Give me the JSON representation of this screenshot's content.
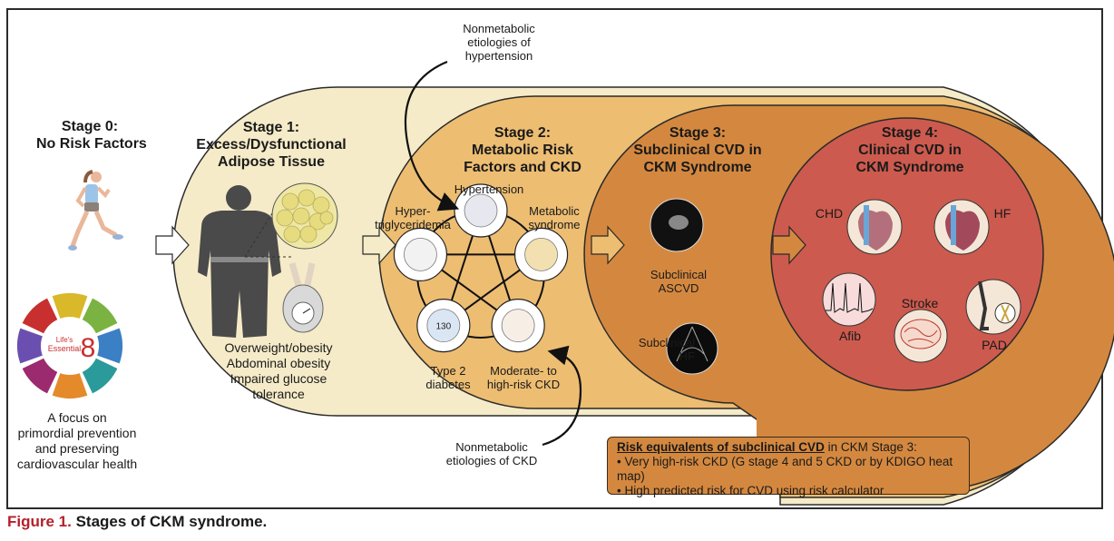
{
  "figure": {
    "caption_prefix": "Figure 1.",
    "caption_text": "Stages of CKM syndrome."
  },
  "stages": [
    {
      "id": "stage0",
      "title_line1": "Stage 0:",
      "title_line2": "No Risk Factors",
      "description_lines": [
        "A focus on",
        "primordial prevention",
        "and preserving",
        "cardiovascular health"
      ],
      "icons": [
        "runner-icon",
        "lifes-essential-8-wheel-icon"
      ],
      "wheel": {
        "label_line1": "Life's",
        "label_line2": "Essential",
        "number": "8"
      },
      "color": "#ffffff"
    },
    {
      "id": "stage1",
      "title_line1": "Stage 1:",
      "title_line2": "Excess/Dysfunctional",
      "title_line3": "Adipose Tissue",
      "conditions": [
        "Overweight/obesity",
        "Abdominal obesity",
        "Impaired glucose",
        "tolerance"
      ],
      "icons": [
        "obese-silhouette-icon",
        "adipose-cells-icon",
        "weight-scale-icon"
      ],
      "color": "#f5ebc8"
    },
    {
      "id": "stage2",
      "title_line1": "Stage 2:",
      "title_line2": "Metabolic Risk",
      "title_line3": "Factors and CKD",
      "factors": [
        {
          "label": "Hypertension",
          "icon": "blood-pressure-monitor-icon"
        },
        {
          "label_line1": "Metabolic",
          "label_line2": "syndrome",
          "icon": "abdominal-ct-icon"
        },
        {
          "label_line1": "Moderate- to",
          "label_line2": "high-risk CKD",
          "icon": "kidneys-icon"
        },
        {
          "label_line1": "Type 2",
          "label_line2": "diabetes",
          "icon": "glucose-meter-icon",
          "reading": "130"
        },
        {
          "label_line1": "Hyper-",
          "label_line2": "triglyceridemia",
          "icon": "triglyceride-molecule-icon"
        }
      ],
      "color": "#edbd72"
    },
    {
      "id": "stage3",
      "title_line1": "Stage 3:",
      "title_line2": "Subclinical CVD in",
      "title_line3": "CKM Syndrome",
      "findings": [
        {
          "label_line1": "Subclinical",
          "label_line2": "ASCVD",
          "icon": "chest-ct-icon"
        },
        {
          "label_line1": "Subclinical",
          "label_line2": "HF",
          "icon": "echocardiogram-icon"
        }
      ],
      "color": "#d4883f"
    },
    {
      "id": "stage4",
      "title_line1": "Stage 4:",
      "title_line2": "Clinical CVD in",
      "title_line3": "CKM Syndrome",
      "conditions": [
        {
          "label": "CHD",
          "icon": "heart-coronary-icon"
        },
        {
          "label": "HF",
          "icon": "heart-failure-icon"
        },
        {
          "label": "Afib",
          "icon": "ecg-strip-icon"
        },
        {
          "label": "Stroke",
          "icon": "brain-icon"
        },
        {
          "label": "PAD",
          "icon": "leg-artery-icon"
        }
      ],
      "color": "#cd5a4e"
    }
  ],
  "annotations": {
    "hypertension_note": [
      "Nonmetabolic",
      "etiologies of",
      "hypertension"
    ],
    "ckd_note": [
      "Nonmetabolic",
      "etiologies of CKD"
    ]
  },
  "risk_box": {
    "title": "Risk equivalents of subclinical CVD",
    "title_suffix": " in CKM Stage 3:",
    "items": [
      "Very high-risk CKD (G stage 4 and 5 CKD or by KDIGO heat map)",
      "High predicted risk for CVD using risk calculator"
    ]
  }
}
